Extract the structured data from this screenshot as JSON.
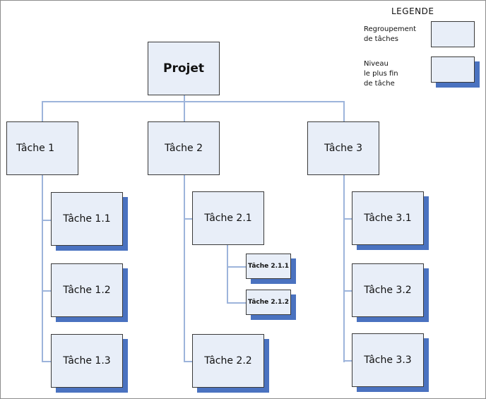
{
  "legend": {
    "title": "LEGENDE",
    "group_label": [
      "Regroupement",
      "de tâches"
    ],
    "leaf_label": [
      "Niveau",
      "le plus fin",
      "de tâche"
    ]
  },
  "nodes": {
    "root": "Projet",
    "t1": "Tâche 1",
    "t2": "Tâche 2",
    "t3": "Tâche 3",
    "t11": "Tâche 1.1",
    "t12": "Tâche 1.2",
    "t13": "Tâche 1.3",
    "t21": "Tâche 2.1",
    "t211": "Tâche 2.1.1",
    "t212": "Tâche 2.1.2",
    "t22": "Tâche 2.2",
    "t31": "Tâche 3.1",
    "t32": "Tâche 3.2",
    "t33": "Tâche 3.3"
  },
  "colors": {
    "box_fill": "#e8eef8",
    "shadow": "#4a72c0",
    "connector": "#9db4db"
  }
}
